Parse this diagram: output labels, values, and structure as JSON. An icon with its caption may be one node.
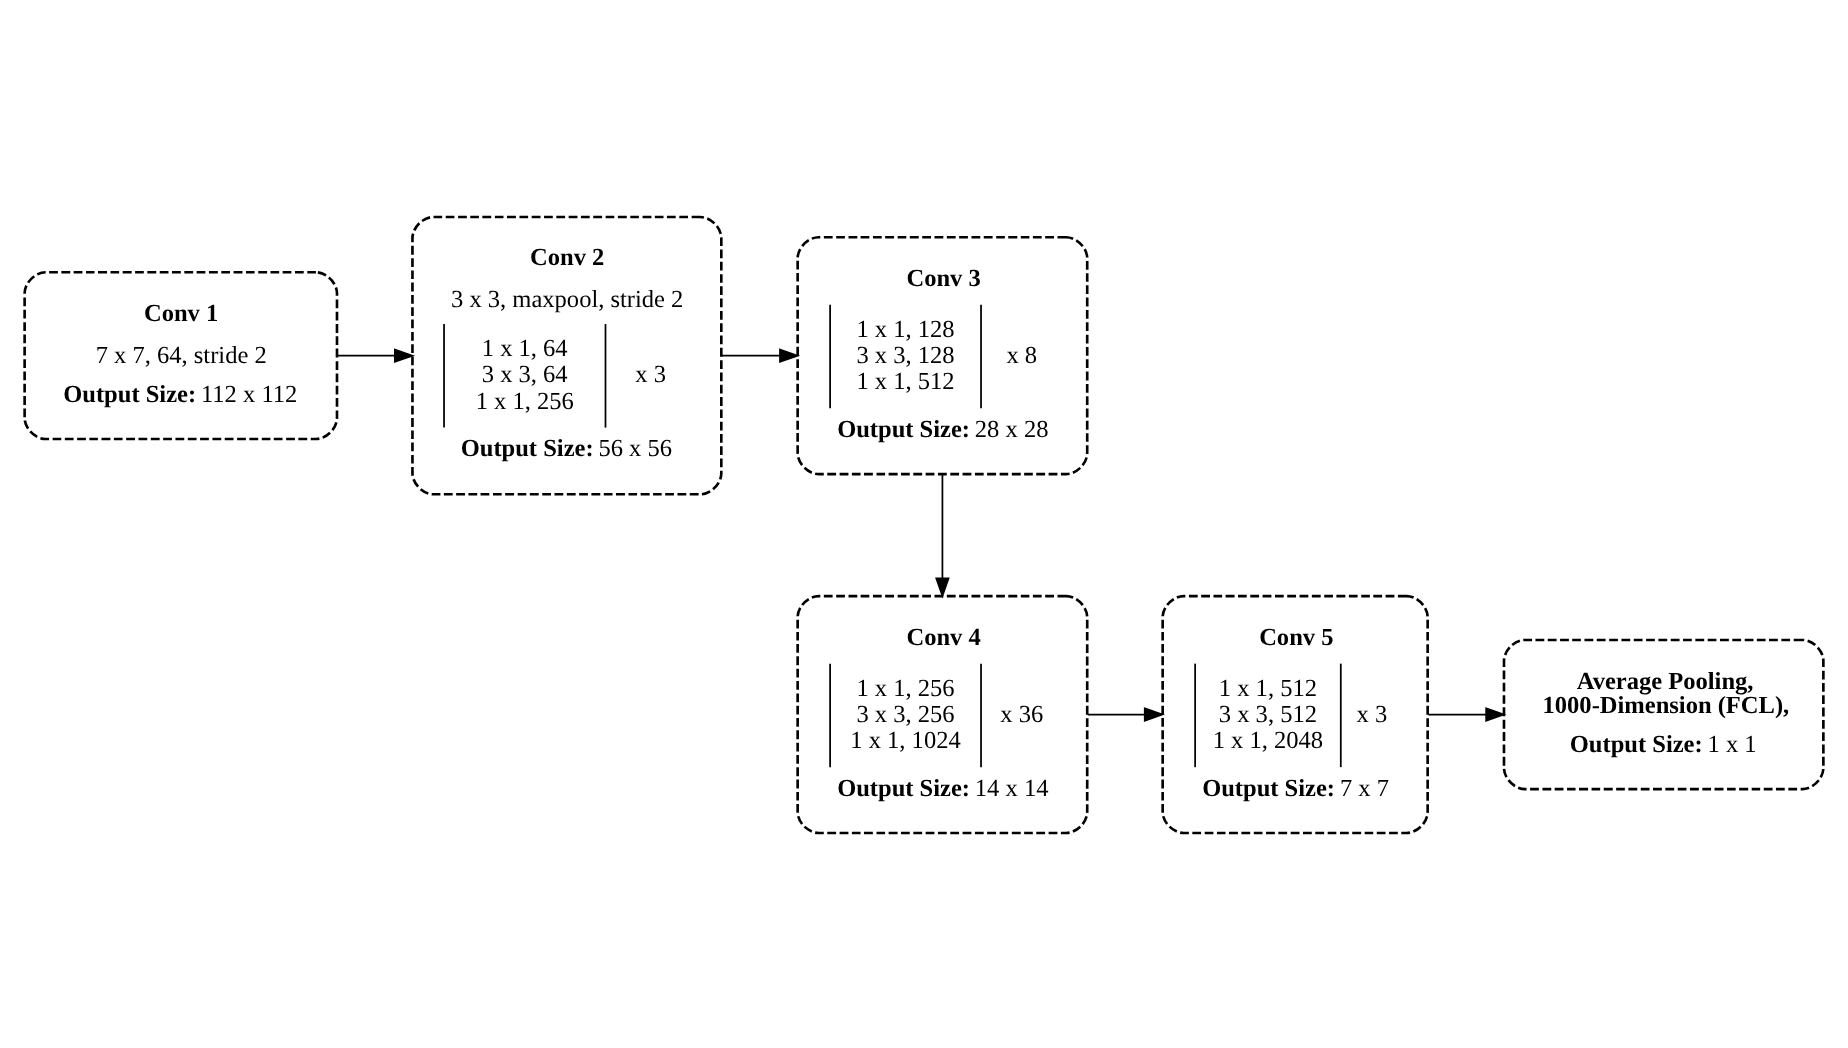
{
  "diagram": {
    "nodes": [
      {
        "text": [
          "Conv 1",
          "7 x 7, 64, stride 2",
          "**Output Size:** 112 x 112"
        ]
      },
      {
        "text": [
          "Conv 2",
          "3 x 3, maxpool, stride 2",
          "1 x 1, 64",
          "3 x 3, 64",
          "1 x 1, 256",
          "x 3",
          "**Output Size:** 56 x 56"
        ]
      },
      {
        "text": [
          "Conv 3",
          "1 x 1, 128",
          "3 x 3, 128",
          "1 x 1, 512",
          "x 8",
          "**Output Size:** 28 x 28"
        ]
      },
      {
        "text": [
          "Conv 4",
          "1 x 1, 256",
          "3 x 3, 256",
          "1 x 1, 1024",
          "x 36",
          "**Output Size:** 14 x 14"
        ]
      },
      {
        "text": [
          "Conv 5",
          "1 x 1, 512",
          "3 x 3, 512",
          "1 x 1, 2048",
          "x 3",
          "**Output Size:** 7 x 7"
        ]
      },
      {
        "text": [
          "Average Pooling, 1000-Dimension (FCL),",
          "**Output Size:** 1 x 1"
        ]
      }
    ],
    "edges": [
      {
        "from": 0,
        "to": 1,
        "arrow": "to"
      },
      {
        "from": 1,
        "to": 2,
        "arrow": "to"
      },
      {
        "from": 2,
        "to": 3,
        "arrow": "to"
      },
      {
        "from": 3,
        "to": 4,
        "arrow": "to"
      },
      {
        "from": 4,
        "to": 5,
        "arrow": "to"
      }
    ]
  }
}
